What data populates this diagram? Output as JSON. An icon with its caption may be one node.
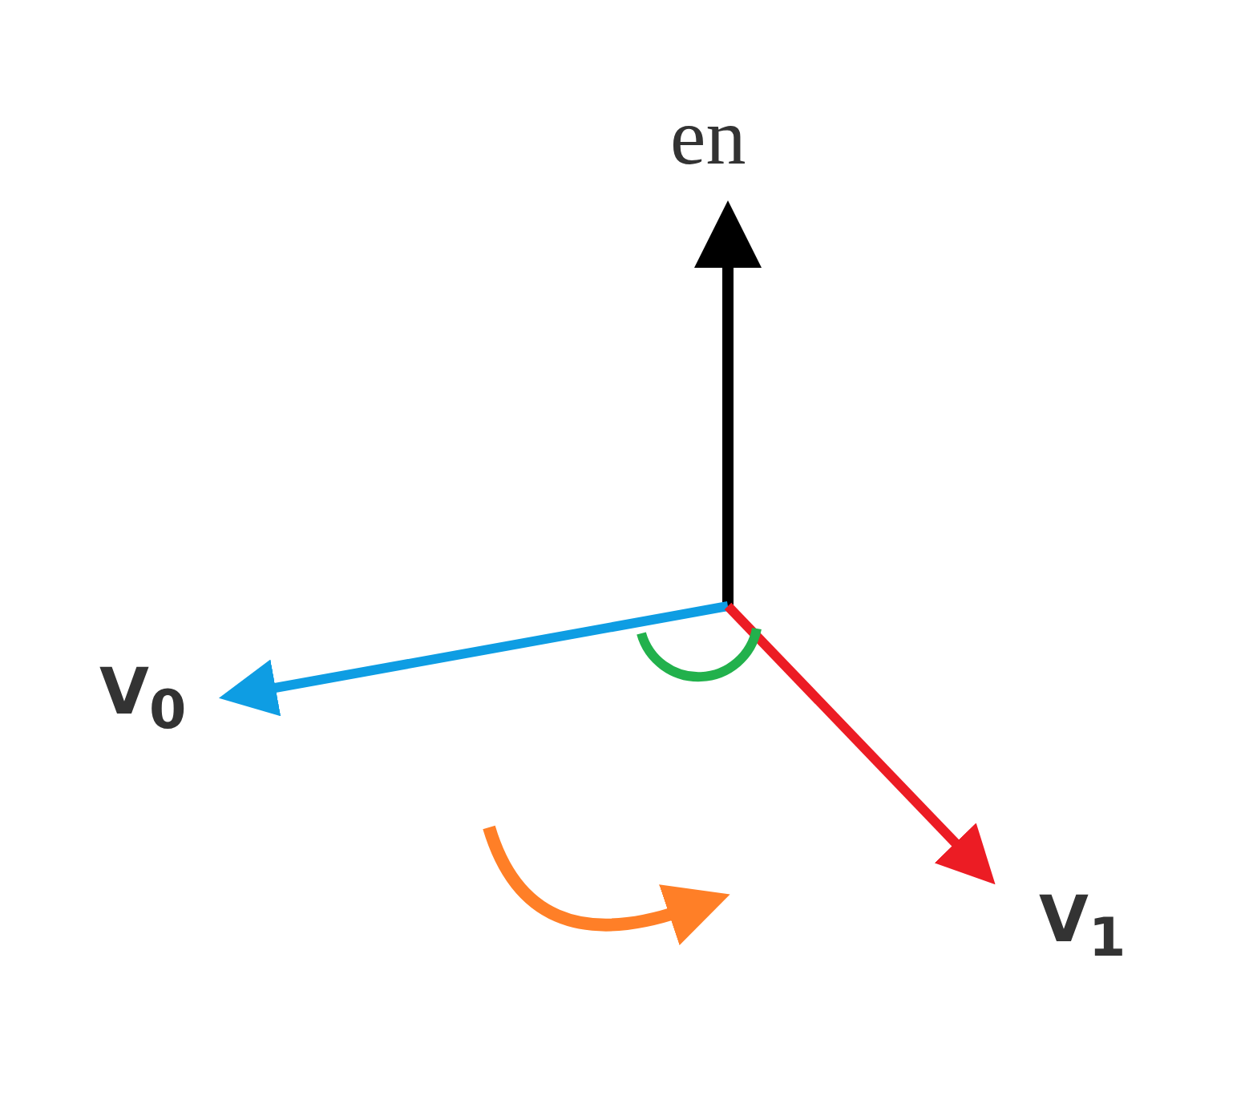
{
  "diagram": {
    "labels": [
      "en",
      "V$_{0}$",
      "V$_{1}$"
    ]
  }
}
